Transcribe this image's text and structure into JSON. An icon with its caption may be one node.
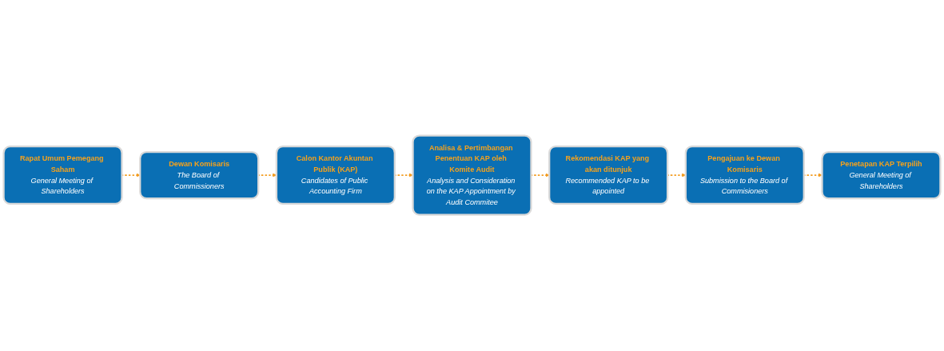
{
  "diagram": {
    "nodes": [
      {
        "text": [
          "Rapat Umum Pemegang Saham",
          "General Meeting of Shareholders"
        ]
      },
      {
        "text": [
          "Dewan Komisaris",
          "The Board of Commissioners"
        ]
      },
      {
        "text": [
          "Calon Kantor Akuntan Publik (KAP)",
          "Candidates of Public Accounting Firm"
        ]
      },
      {
        "text": [
          "Analisa & Pertimbangan Penentuan KAP oleh Komite Audit",
          "Analysis and Consideration on the KAP Appointment by Audit Commitee"
        ]
      },
      {
        "text": [
          "Rekomendasi KAP yang akan ditunjuk",
          "Recommended KAP to be appointed"
        ]
      },
      {
        "text": [
          "Pengajuan ke Dewan Komisaris",
          "Submission to the Board of Commisioners"
        ]
      },
      {
        "text": [
          "Penetapan KAP Terpilih",
          "General Meeting of Shareholders"
        ]
      }
    ],
    "edges": [
      {
        "from": 0,
        "to": 1,
        "arrow": "to",
        "style": "dashed"
      },
      {
        "from": 1,
        "to": 2,
        "arrow": "to",
        "style": "dashed"
      },
      {
        "from": 2,
        "to": 3,
        "arrow": "to",
        "style": "dashed"
      },
      {
        "from": 3,
        "to": 4,
        "arrow": "to",
        "style": "dashed"
      },
      {
        "from": 4,
        "to": 5,
        "arrow": "to",
        "style": "dashed"
      },
      {
        "from": 5,
        "to": 6,
        "arrow": "to",
        "style": "dashed"
      }
    ]
  }
}
